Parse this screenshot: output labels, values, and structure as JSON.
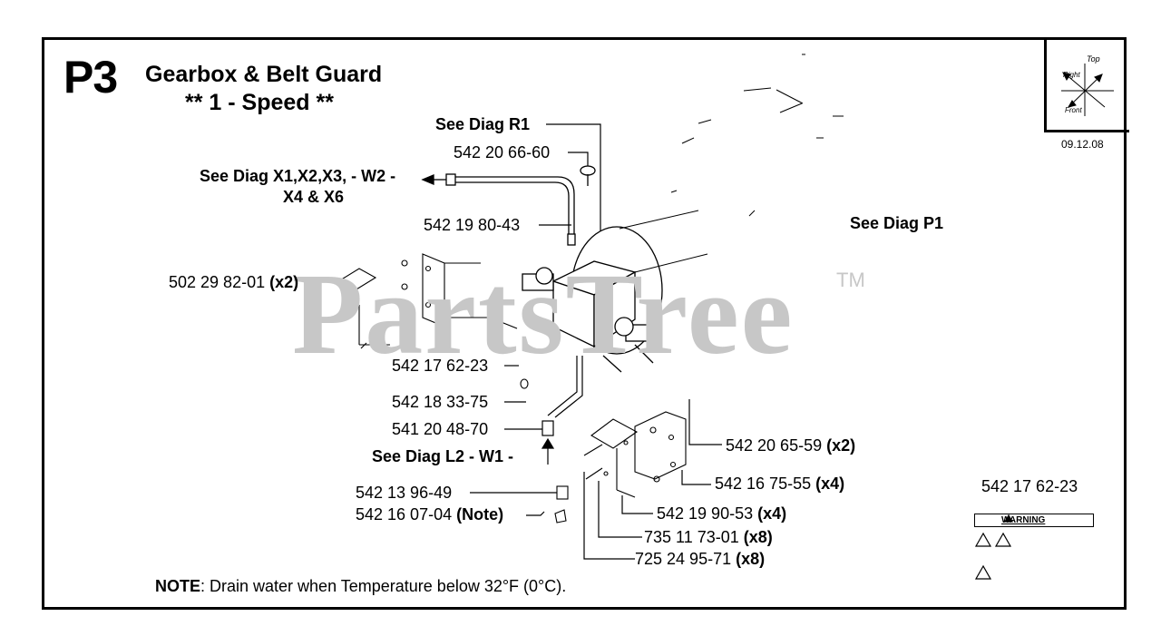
{
  "header": {
    "page_number": "P3",
    "title": "Gearbox & Belt Guard",
    "subtitle": "** 1 - Speed **",
    "revision_date": "09.12.08"
  },
  "watermark": {
    "text": "PartsTree",
    "trademark": "TM"
  },
  "references": {
    "diag_r1": "See Diag R1",
    "diag_x": "See Diag X1,X2,X3, - W2 -",
    "diag_x2": "X4 & X6",
    "diag_p1": "See Diag P1",
    "diag_l2": "See Diag L2 - W1 -"
  },
  "parts": [
    {
      "code": "542 20 66-60",
      "qty": ""
    },
    {
      "code": "542 19 80-43",
      "qty": ""
    },
    {
      "code": "502 29 82-01",
      "qty": "(x2)"
    },
    {
      "code": "542 17 62-23",
      "qty": ""
    },
    {
      "code": "542 18 33-75",
      "qty": ""
    },
    {
      "code": "541 20 48-70",
      "qty": ""
    },
    {
      "code": "542 20 65-59",
      "qty": "(x2)"
    },
    {
      "code": "542 16 75-55",
      "qty": "(x4)"
    },
    {
      "code": "542 13 96-49",
      "qty": ""
    },
    {
      "code": "542 16 07-04",
      "qty": "(Note)"
    },
    {
      "code": "542 19 90-53",
      "qty": "(x4)"
    },
    {
      "code": "735 11 73-01",
      "qty": "(x8)"
    },
    {
      "code": "725 24 95-71",
      "qty": "(x8)"
    }
  ],
  "decal": {
    "code": "542 17 62-23",
    "warning": "WARNING"
  },
  "axes": {
    "top": "Top",
    "right": "Right",
    "front": "Front"
  },
  "note": {
    "label": "NOTE",
    "text": ": Drain water when Temperature below 32°F (0°C)."
  }
}
